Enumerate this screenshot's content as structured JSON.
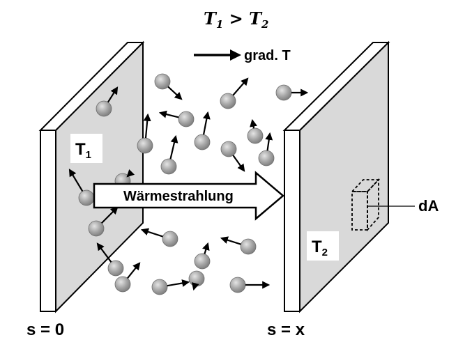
{
  "title": {
    "lhs": "T",
    "lhs_sub": "1",
    "op": " > ",
    "rhs": "T",
    "rhs_sub": "2"
  },
  "gradient_label": "grad. T",
  "radiation_label": "Wärmestrahlung",
  "left_plate": {
    "label": "T",
    "label_sub": "1",
    "position_label": "s = 0"
  },
  "right_plate": {
    "label": "T",
    "label_sub": "2",
    "position_label": "s = x"
  },
  "area_label": "dA",
  "colors": {
    "plate_face": "#d9d9d9",
    "plate_edge": "#ffffff",
    "outline": "#000000",
    "molecule_fill": "#a6a6a6",
    "molecule_highlight": "#d9d9d9",
    "arrow_fill": "#ffffff"
  },
  "molecule_icon": "gray-sphere-molecule",
  "molecule_velocity_icon": "velocity-arrow"
}
